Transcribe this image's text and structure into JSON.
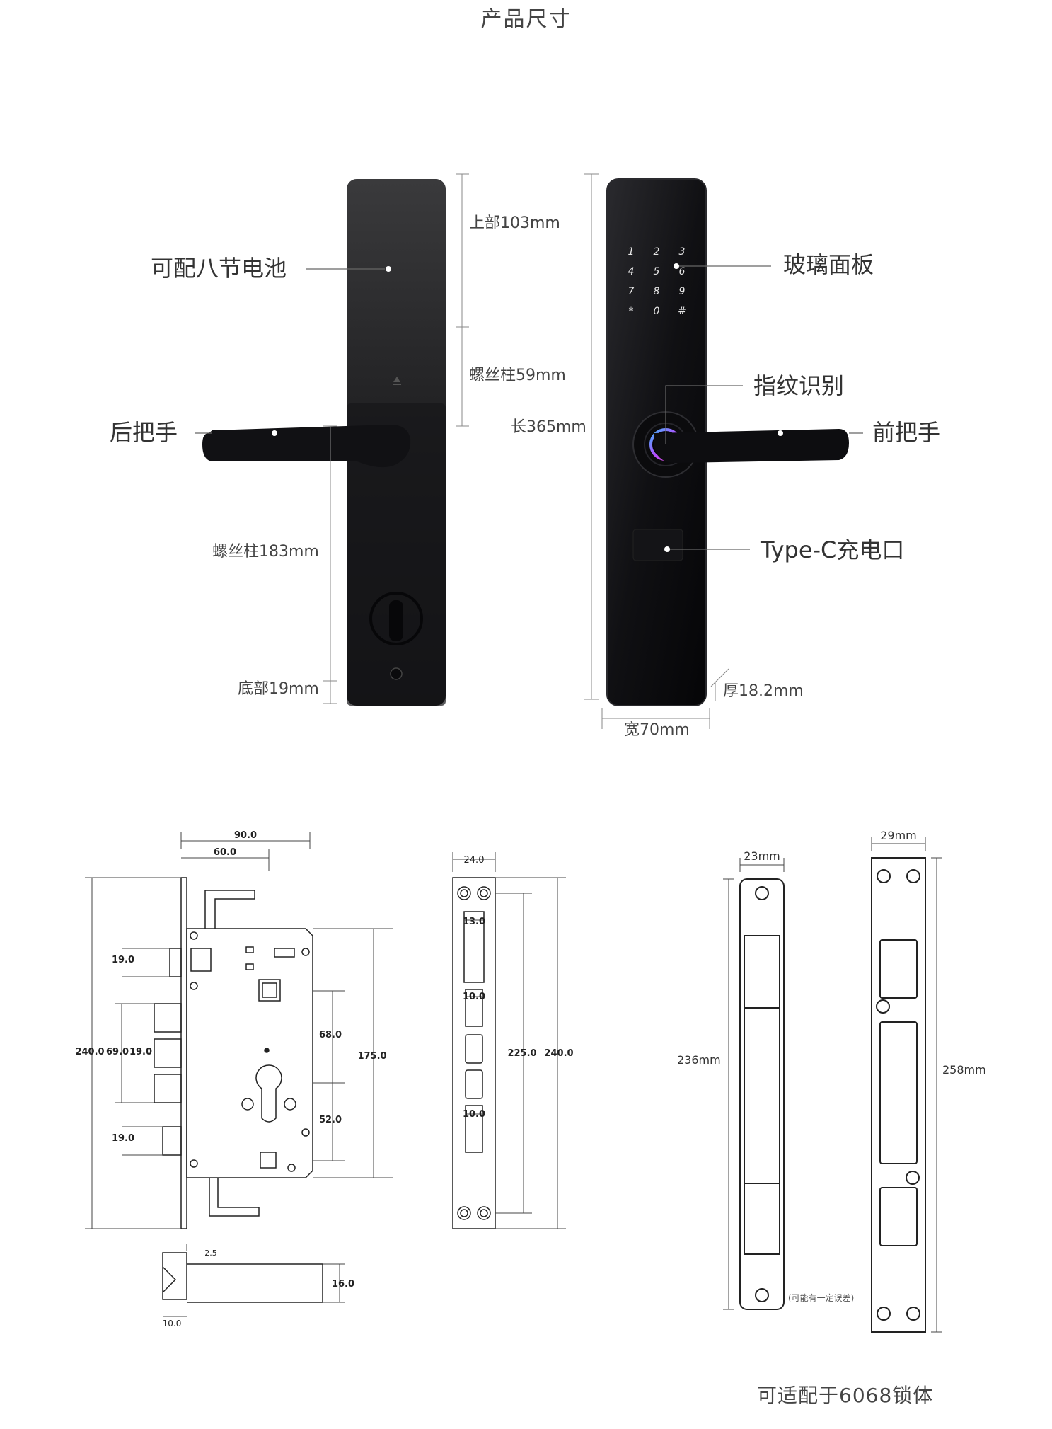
{
  "page_title": "产品尺寸",
  "lock": {
    "callouts": {
      "battery": "可配八节电池",
      "rear_handle": "后把手",
      "glass_panel": "玻璃面板",
      "fingerprint": "指纹识别",
      "front_handle": "前把手",
      "typec": "Type-C充电口"
    },
    "dimensions": {
      "top": "上部103mm",
      "screw_post_upper": "螺丝柱59mm",
      "screw_post_lower": "螺丝柱183mm",
      "bottom": "底部19mm",
      "length": "长365mm",
      "width": "宽70mm",
      "thickness": "厚18.2mm"
    },
    "keypad": [
      "1",
      "2",
      "3",
      "4",
      "5",
      "6",
      "7",
      "8",
      "9",
      "*",
      "0",
      "#"
    ]
  },
  "mortise": {
    "top_width": "90.0",
    "inner_width": "60.0",
    "total_height": "240.0",
    "latch_span": "69.0",
    "latch_gap": "19.0",
    "upper_block": "19.0",
    "lower_block": "19.0",
    "upper_spindle": "68.0",
    "lower_spindle": "52.0",
    "body_height": "175.0",
    "bolt_offset": "2.5",
    "bolt_thickness": "16.0",
    "bolt_base": "10.0"
  },
  "faceplate": {
    "width": "24.0",
    "top_slot": "13.0",
    "mid_slot_a": "10.0",
    "mid_slot_b": "10.0",
    "inner_height": "225.0",
    "outer_height": "240.0"
  },
  "strike_plates": {
    "small_width": "23mm",
    "small_height": "236mm",
    "large_width": "29mm",
    "large_height": "258mm",
    "note": "(可能有一定误差)"
  },
  "footer": "可适配于6068锁体"
}
